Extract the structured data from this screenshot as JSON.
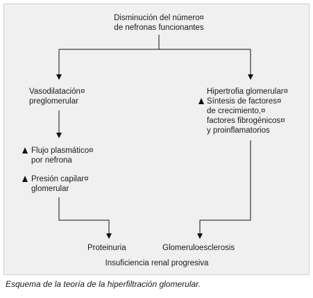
{
  "diagram": {
    "top_node": [
      "Disminución del número¤",
      "de nefronas funcionantes"
    ],
    "left_node": [
      "Vasodilatación¤",
      "preglomerular"
    ],
    "flow_node": [
      "Flujo plasmático¤",
      "por nefrona"
    ],
    "pressure_node": [
      "Presión capilar¤",
      "glomerular"
    ],
    "right_node": [
      "Hipertrofia glomerular¤",
      "Síntesis de factores¤",
      "de crecimiento,¤",
      "factores fibrogénicos¤",
      "y proinflamatorios"
    ],
    "proteinuria": "Proteinuria",
    "glomerulosclerosis": "Glomeruloesclerosis",
    "renal_failure": "Insuficiencia renal progresiva",
    "increase_icon": "up-arrow-icon",
    "line_color": "#111111",
    "panel_color": "#f0f0f0"
  },
  "caption": "Esquema de la teoría de la hiperfiltración glomerular."
}
